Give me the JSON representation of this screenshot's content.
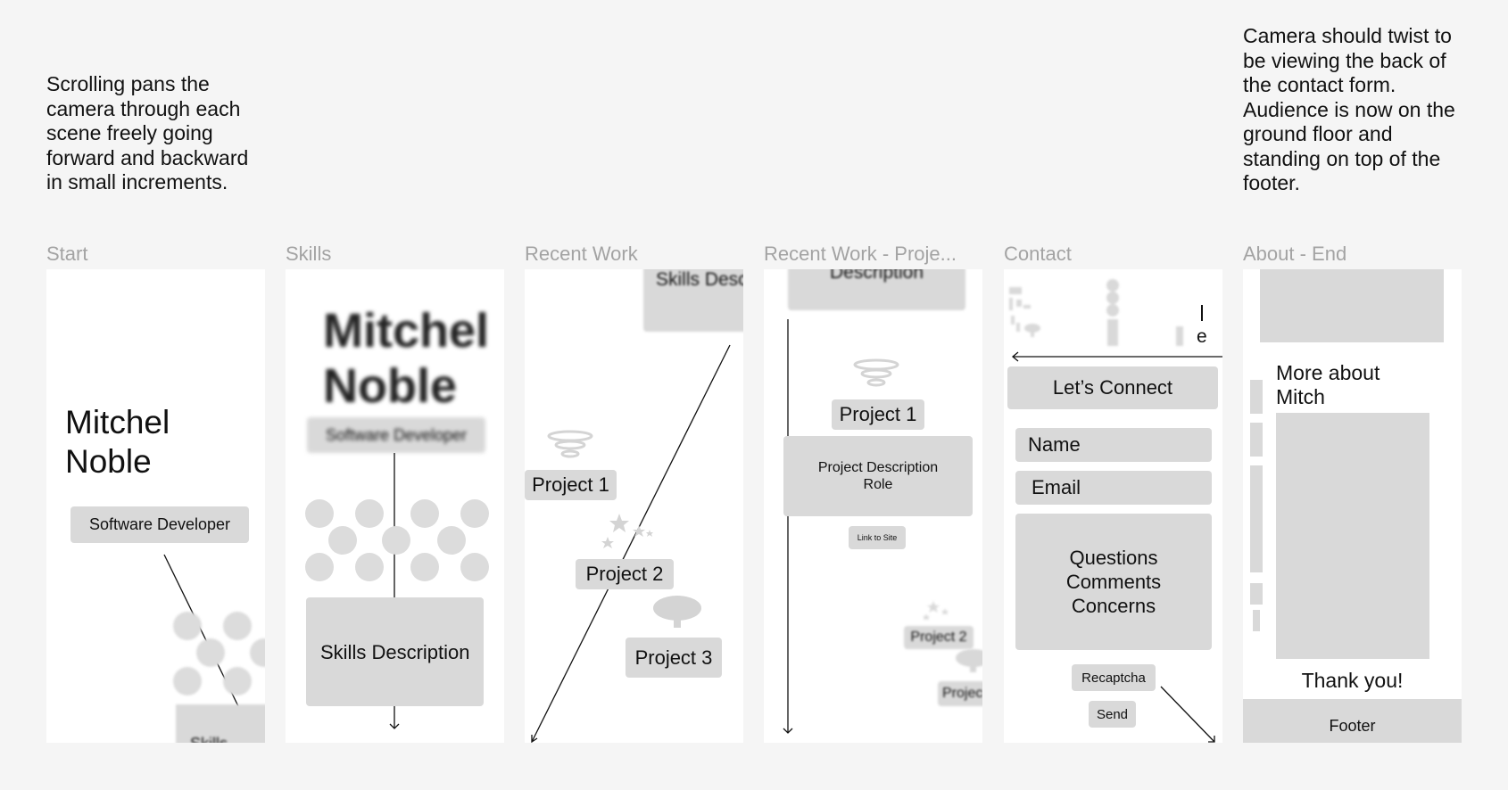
{
  "notes": {
    "left": "Scrolling pans the camera through each scene freely going forward and backward in small increments.",
    "right": "Camera should twist to be viewing the back of the contact form. Audience is now on the ground floor and standing on top of the footer."
  },
  "frames": [
    {
      "label": "Start"
    },
    {
      "label": "Skills"
    },
    {
      "label": "Recent Work"
    },
    {
      "label": "Recent Work - Proje..."
    },
    {
      "label": "Contact"
    },
    {
      "label": "About - End"
    }
  ],
  "start": {
    "name_line1": "Mitchel",
    "name_line2": "Noble",
    "role": "Software Developer",
    "skills_peek": "Skills"
  },
  "skills": {
    "name_line1": "Mitchel",
    "name_line2": "Noble",
    "role": "Software Developer",
    "description": "Skills Description"
  },
  "recent_work": {
    "peek": "Skills Descripti",
    "project1": "Project 1",
    "project2": "Project 2",
    "project3": "Project 3"
  },
  "recent_work_project": {
    "peek": "Description",
    "project1": "Project 1",
    "desc_line1": "Project Description",
    "desc_line2": "Role",
    "link": "Link to Site",
    "project2": "Project 2",
    "project3_peek": "Projec"
  },
  "contact": {
    "heading": "Let’s Connect",
    "name_field": "Name",
    "email_field": "Email",
    "message_line1": "Questions",
    "message_line2": "Comments",
    "message_line3": "Concerns",
    "recaptcha": "Recaptcha",
    "send": "Send",
    "peek_letter": "e"
  },
  "about": {
    "heading_line1": "More about",
    "heading_line2": "Mitch",
    "thanks": "Thank you!",
    "footer": "Footer"
  }
}
